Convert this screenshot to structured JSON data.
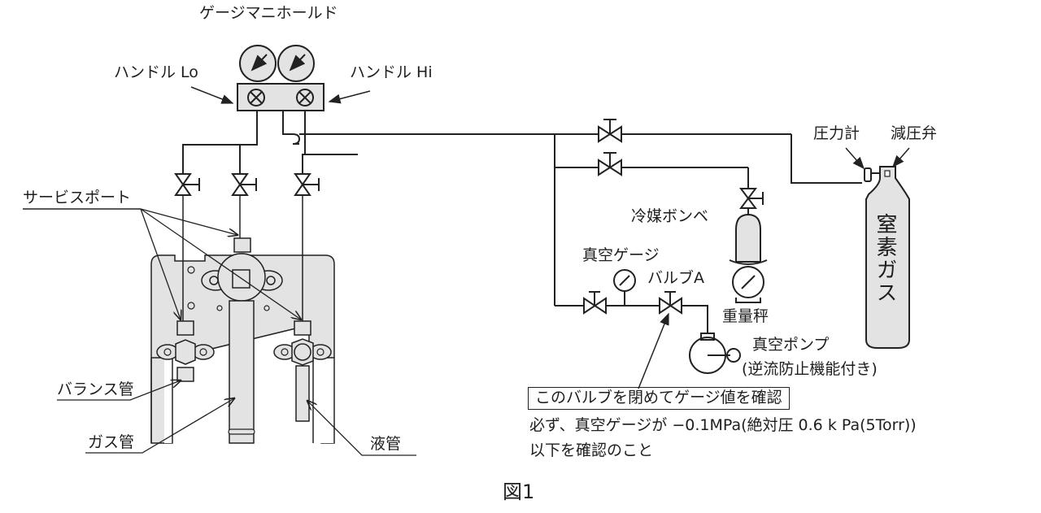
{
  "figure_caption": "図1",
  "gauge_manifold": {
    "title": "ゲージマニホールド",
    "handle_lo": "ハンドル Lo",
    "handle_hi": "ハンドル Hi"
  },
  "nitrogen": {
    "pressure_gauge": "圧力計",
    "reducing_valve": "減圧弁",
    "cylinder": "窒素ガス"
  },
  "refrigerant": {
    "cylinder": "冷媒ボンベ",
    "scale": "重量秤"
  },
  "vacuum": {
    "gauge": "真空ゲージ",
    "valve_a": "バルブA",
    "pump": "真空ポンプ",
    "pump_note": "(逆流防止機能付き)"
  },
  "unit_labels": {
    "service_port": "サービスポート",
    "balance_pipe": "バランス管",
    "gas_pipe": "ガス管",
    "liquid_pipe": "液管"
  },
  "notes": {
    "boxed_instruction": "このバルブを閉めてゲージ値を確認",
    "line1": "必ず、真空ゲージが −0.1MPa(絶対圧 0.6 k Pa(5Torr))",
    "line2": "以下を確認のこと"
  },
  "colors": {
    "line": "#222222",
    "fill_gray": "#e3e3e3"
  }
}
